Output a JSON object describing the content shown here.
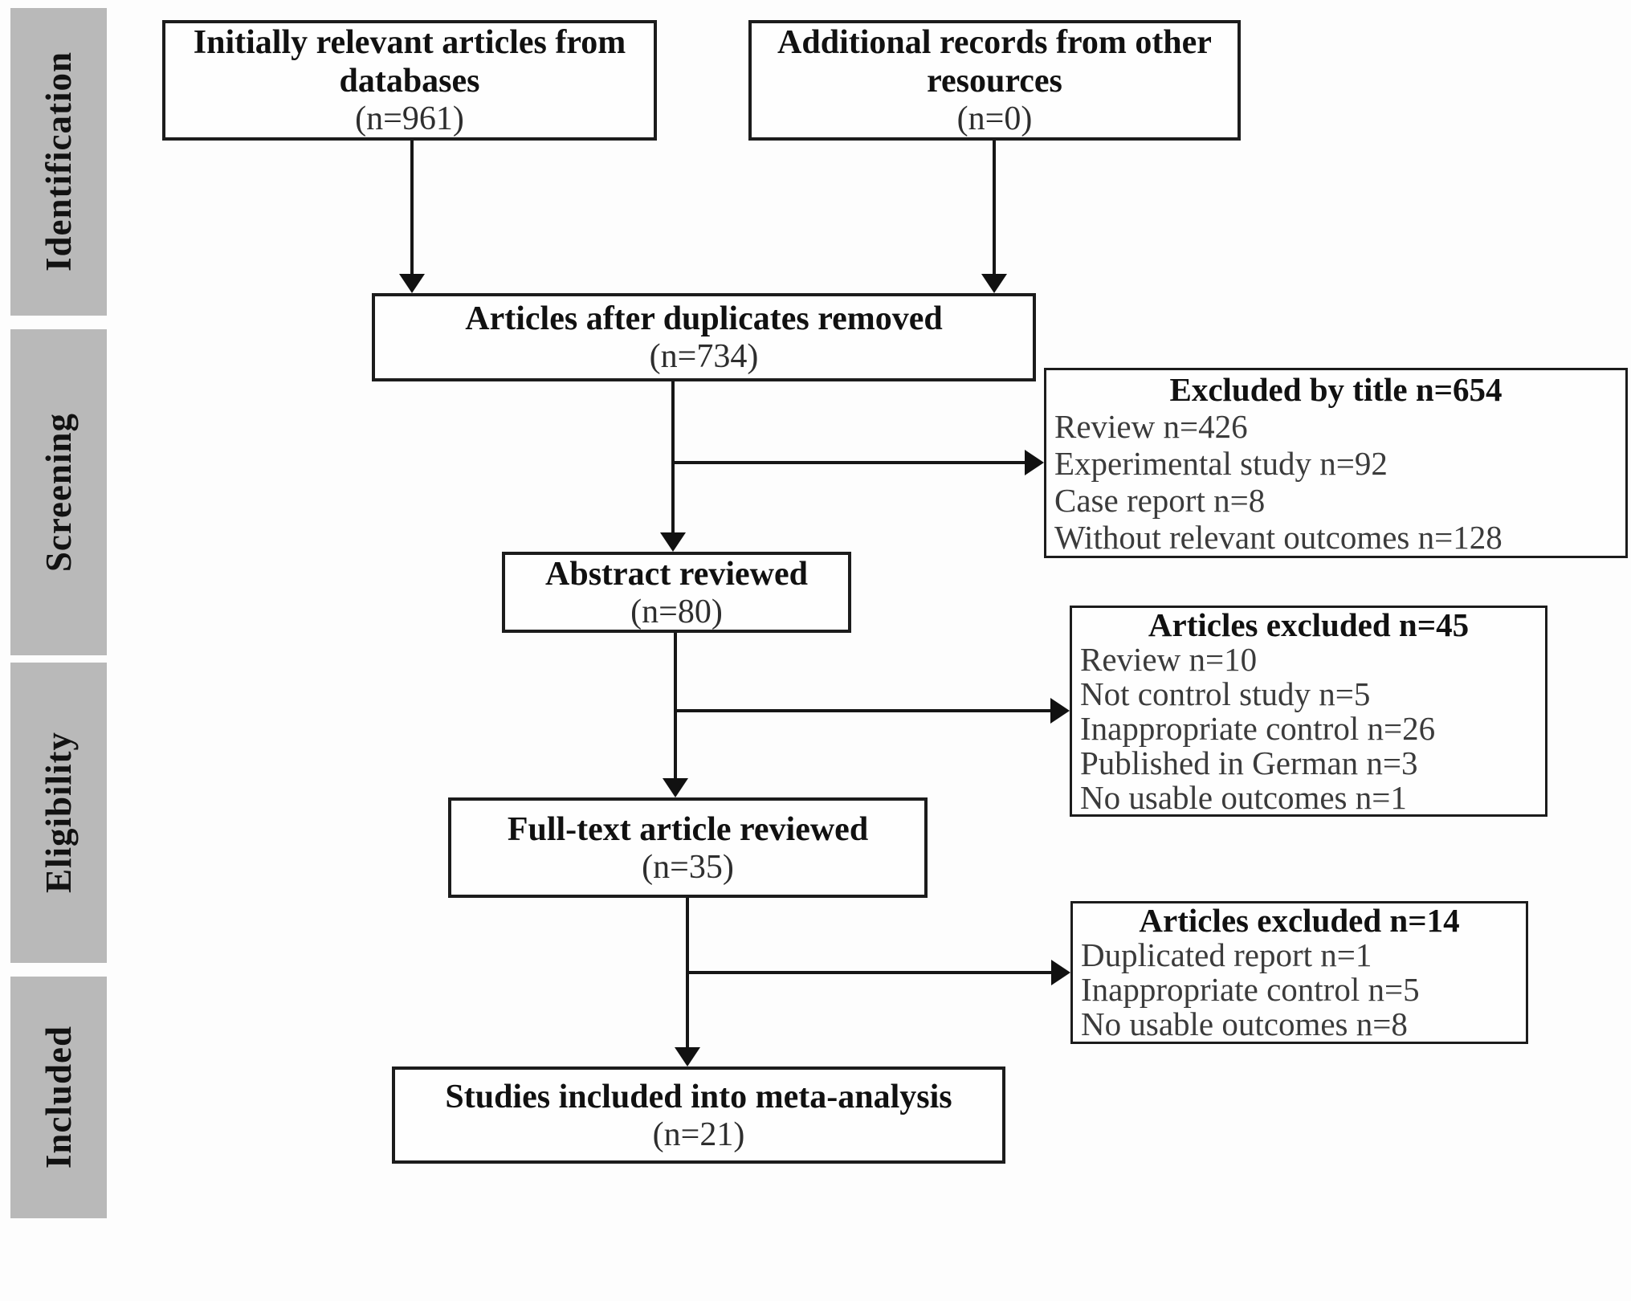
{
  "sidebar": {
    "items": [
      {
        "label": "Identification"
      },
      {
        "label": "Screening"
      },
      {
        "label": "Eligibility"
      },
      {
        "label": "Included"
      }
    ]
  },
  "flow": {
    "initial_articles": {
      "title": "Initially relevant articles from databases",
      "count": "(n=961)"
    },
    "additional_records": {
      "title": "Additional records from other resources",
      "count": "(n=0)"
    },
    "after_duplicates": {
      "title": "Articles after duplicates removed",
      "count": "(n=734)"
    },
    "abstract_reviewed": {
      "title": "Abstract reviewed",
      "count": "(n=80)"
    },
    "fulltext_reviewed": {
      "title": "Full-text article reviewed",
      "count": "(n=35)"
    },
    "included_studies": {
      "title": "Studies included into meta-analysis",
      "count": "(n=21)"
    },
    "excluded_by_title": {
      "title": "Excluded by title n=654",
      "items": [
        "Review n=426",
        "Experimental study n=92",
        "Case report n=8",
        "Without relevant outcomes n=128"
      ]
    },
    "excluded_abstract": {
      "title": "Articles excluded n=45",
      "items": [
        "Review n=10",
        "Not control study n=5",
        "Inappropriate control n=26",
        "Published in German n=3",
        "No usable outcomes n=1"
      ]
    },
    "excluded_fulltext": {
      "title": "Articles excluded n=14",
      "items": [
        "Duplicated report n=1",
        "Inappropriate control n=5",
        "No usable outcomes n=8"
      ]
    }
  },
  "colors": {
    "stage_bg": "#b9b9b9",
    "line": "#161616",
    "box_border": "#1c1c1c",
    "title_text": "#111111",
    "item_text": "#3b3b3b"
  }
}
